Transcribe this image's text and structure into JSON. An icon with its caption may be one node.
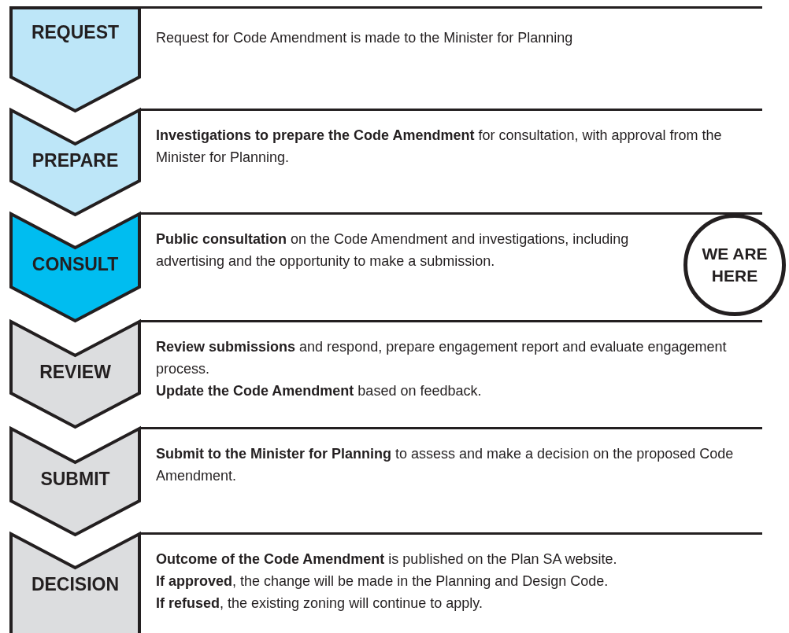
{
  "diagram": {
    "nodes": [
      {
        "text": [
          "REQUEST"
        ],
        "beside": [
          "Request for Code Amendment is made to the Minister for Planning"
        ]
      },
      {
        "text": [
          "PREPARE"
        ],
        "beside": [
          "**Investigations to prepare the Code Amendment** for consultation, with approval from the Minister for Planning."
        ]
      },
      {
        "text": [
          "CONSULT"
        ],
        "beside": [
          "**Public consultation** on the Code Amendment and investigations, including advertising and the opportunity to make a submission."
        ]
      },
      {
        "text": [
          "REVIEW"
        ],
        "beside": [
          "**Review submissions** and respond, prepare engagement report and evaluate engagement process.",
          "**Update the Code Amendment** based on feedback."
        ]
      },
      {
        "text": [
          "SUBMIT"
        ],
        "beside": [
          "**Submit to the Minister for Planning** to assess and make a decision on the proposed Code Amendment."
        ]
      },
      {
        "text": [
          "DECISION"
        ],
        "beside": [
          "**Outcome of the Code Amendment** is published on the Plan SA website.",
          "**If approved**, the change will be made in the Planning and Design Code.",
          "**If refused**, the existing zoning will continue to apply."
        ]
      },
      {
        "text": [
          "WE ARE HERE"
        ]
      }
    ],
    "edges": []
  }
}
